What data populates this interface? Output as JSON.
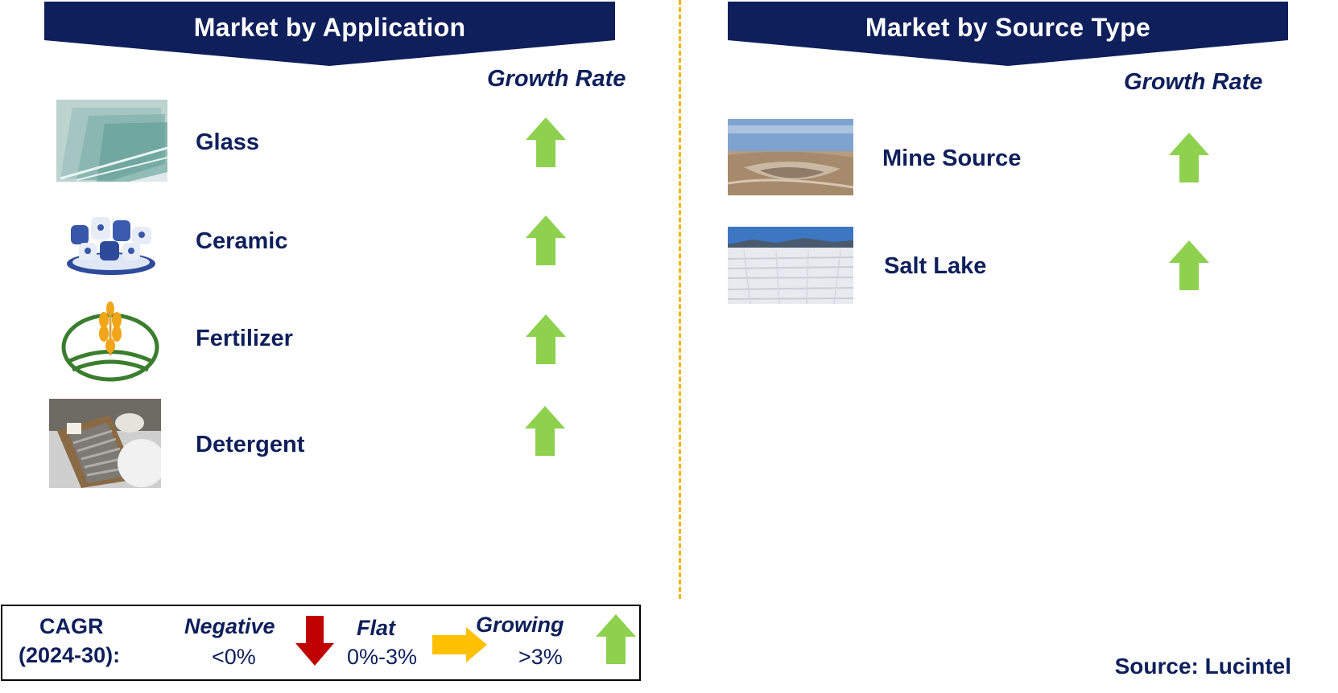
{
  "left_panel": {
    "title": "Market by Application",
    "growth_header": "Growth Rate",
    "items": [
      {
        "label": "Glass",
        "trend": "growing",
        "image": "glass-sheets-image"
      },
      {
        "label": "Ceramic",
        "trend": "growing",
        "image": "ceramic-tableware-image"
      },
      {
        "label": "Fertilizer",
        "trend": "growing",
        "image": "fertilizer-wheat-logo"
      },
      {
        "label": "Detergent",
        "trend": "growing",
        "image": "washboard-laundry-image"
      }
    ]
  },
  "right_panel": {
    "title": "Market by Source Type",
    "growth_header": "Growth Rate",
    "items": [
      {
        "label": "Mine Source",
        "trend": "growing",
        "image": "open-pit-mine-image"
      },
      {
        "label": "Salt Lake",
        "trend": "growing",
        "image": "salt-flat-image"
      }
    ]
  },
  "legend": {
    "cagr_label_line1": "CAGR",
    "cagr_label_line2": "(2024-30):",
    "negative_label": "Negative",
    "negative_value": "<0%",
    "flat_label": "Flat",
    "flat_value": "0%-3%",
    "growing_label": "Growing",
    "growing_value": ">3%"
  },
  "source": "Source: Lucintel",
  "colors": {
    "banner": "#0e1f5b",
    "text": "#0e1f5b",
    "growing_arrow": "#8dd14f",
    "negative_arrow": "#c00000",
    "flat_arrow": "#ffc000",
    "divider": "#f4b400"
  }
}
